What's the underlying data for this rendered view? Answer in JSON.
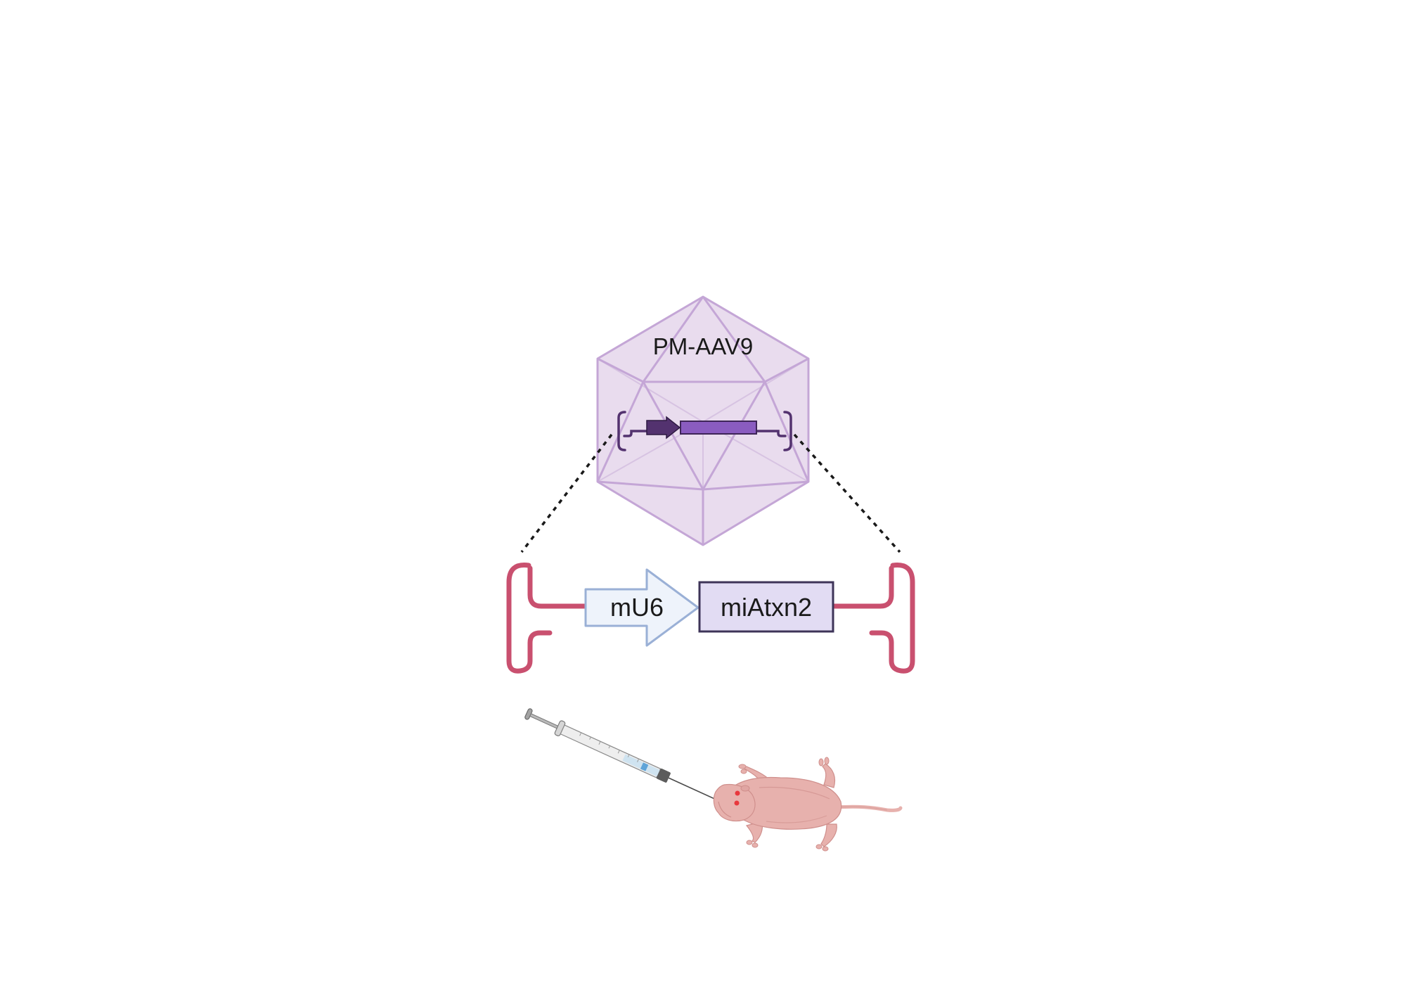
{
  "capsid": {
    "label": "PM-AAV9",
    "colors": {
      "fill": "#e9dcee",
      "edge": "#c4a6d6",
      "inner_edge": "#d7c3e2",
      "genome": "#53326f",
      "cassette": "#8a5cc0"
    }
  },
  "construct": {
    "promoter_label": "mU6",
    "insert_label": "miAtxn2",
    "colors": {
      "itr": "#c9506f",
      "promoter_fill": "#eef3fb",
      "promoter_edge": "#9ab0d6",
      "insert_fill": "#e2dcf3",
      "insert_edge": "#3e3458"
    }
  },
  "injection": {
    "icons": [
      "syringe-icon",
      "neonatal-mouse-icon"
    ],
    "colors": {
      "mouse_skin": "#e7b1ad",
      "mouse_shade": "#cf8f8c",
      "injection_site": "#e8383d"
    }
  }
}
